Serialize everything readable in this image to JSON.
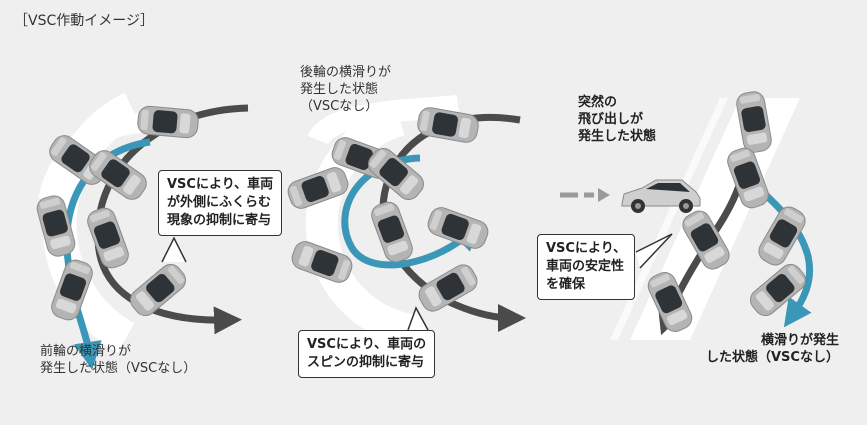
{
  "title": "［VSC作動イメージ］",
  "scenes": {
    "front": {
      "state_label": "前輪の横滑りが\n発生した状態（VSCなし）",
      "callout": "VSCにより、車両\nが外側にふくらむ\n現象の抑制に寄与"
    },
    "rear": {
      "state_label": "後輪の横滑りが\n発生した状態\n（VSCなし）",
      "callout": "VSCにより、車両の\nスピンの抑制に寄与"
    },
    "sudden": {
      "event_label": "突然の\n飛び出しが\n発生した状態",
      "callout": "VSCにより、\n車両の安定性\nを確保",
      "state_label": "横滑りが発生\nした状態（VSCなし）"
    }
  },
  "colors": {
    "background": "#efefef",
    "road": "#ffffff",
    "vsc_path": "#4b4b4b",
    "skid_path": "#3b97b8",
    "car_body": "#b4b4b4",
    "car_window": "#2e3338"
  }
}
